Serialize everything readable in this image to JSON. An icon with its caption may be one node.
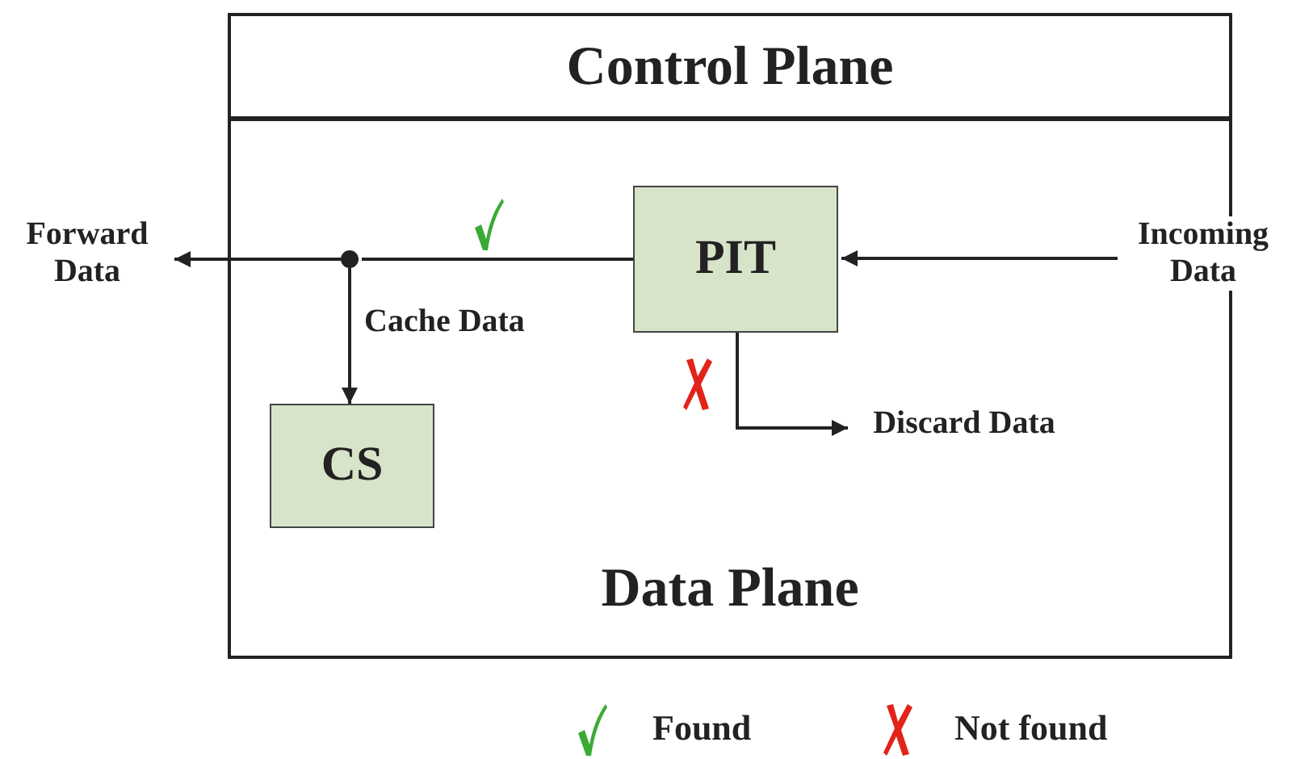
{
  "diagram": {
    "nodes": [
      {
        "text": [
          "Control Plane"
        ]
      },
      {
        "text": [
          "Data Plane"
        ]
      },
      {
        "text": [
          "PIT"
        ],
        "in": 1
      },
      {
        "text": [
          "CS"
        ],
        "in": 1
      },
      {
        "text": [
          "Incoming Data"
        ]
      },
      {
        "text": [
          "Forward Data"
        ]
      },
      {
        "text": [
          "Discard Data"
        ],
        "in": 1
      },
      {
        "text": [],
        "shape": "circle",
        "in": 1
      }
    ],
    "edges": [
      {
        "from": 4,
        "to": 2,
        "arrow": "to"
      },
      {
        "from": 2,
        "to": 7,
        "arrow": "none"
      },
      {
        "from": 7,
        "to": 5,
        "arrow": "to"
      },
      {
        "from": 7,
        "to": 3,
        "arrow": "to",
        "label": "Cache Data"
      },
      {
        "from": 2,
        "to": 6,
        "arrow": "to"
      }
    ],
    "legend": [
      {
        "text": "Found"
      },
      {
        "text": "Not found"
      }
    ]
  }
}
